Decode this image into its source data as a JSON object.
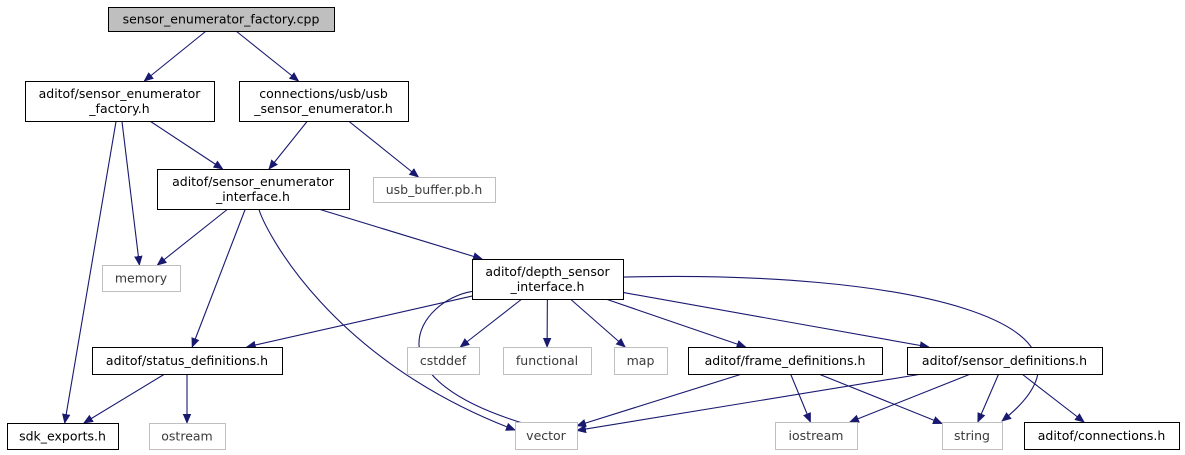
{
  "graph": {
    "nodes": [
      {
        "id": "root",
        "lines": [
          "sensor_enumerator_factory.cpp"
        ],
        "kind": "root"
      },
      {
        "id": "factory_h",
        "lines": [
          "aditof/sensor_enumerator",
          "_factory.h"
        ],
        "kind": "file"
      },
      {
        "id": "usb_enum_h",
        "lines": [
          "connections/usb/usb",
          "_sensor_enumerator.h"
        ],
        "kind": "file"
      },
      {
        "id": "enum_iface_h",
        "lines": [
          "aditof/sensor_enumerator",
          "_interface.h"
        ],
        "kind": "file"
      },
      {
        "id": "usb_buffer",
        "lines": [
          "usb_buffer.pb.h"
        ],
        "kind": "external"
      },
      {
        "id": "memory",
        "lines": [
          "memory"
        ],
        "kind": "external"
      },
      {
        "id": "depth_iface_h",
        "lines": [
          "aditof/depth_sensor",
          "_interface.h"
        ],
        "kind": "file"
      },
      {
        "id": "status_h",
        "lines": [
          "aditof/status_definitions.h"
        ],
        "kind": "file"
      },
      {
        "id": "cstddef",
        "lines": [
          "cstddef"
        ],
        "kind": "external"
      },
      {
        "id": "functional",
        "lines": [
          "functional"
        ],
        "kind": "external"
      },
      {
        "id": "map",
        "lines": [
          "map"
        ],
        "kind": "external"
      },
      {
        "id": "frame_h",
        "lines": [
          "aditof/frame_definitions.h"
        ],
        "kind": "file"
      },
      {
        "id": "sensor_defs_h",
        "lines": [
          "aditof/sensor_definitions.h"
        ],
        "kind": "file"
      },
      {
        "id": "sdk_exports",
        "lines": [
          "sdk_exports.h"
        ],
        "kind": "file"
      },
      {
        "id": "ostream",
        "lines": [
          "ostream"
        ],
        "kind": "external"
      },
      {
        "id": "vector",
        "lines": [
          "vector"
        ],
        "kind": "external"
      },
      {
        "id": "iostream",
        "lines": [
          "iostream"
        ],
        "kind": "external"
      },
      {
        "id": "string",
        "lines": [
          "string"
        ],
        "kind": "external"
      },
      {
        "id": "connections_h",
        "lines": [
          "aditof/connections.h"
        ],
        "kind": "file"
      }
    ],
    "edges": [
      [
        "root",
        "factory_h"
      ],
      [
        "root",
        "usb_enum_h"
      ],
      [
        "factory_h",
        "enum_iface_h"
      ],
      [
        "factory_h",
        "memory"
      ],
      [
        "factory_h",
        "sdk_exports"
      ],
      [
        "usb_enum_h",
        "enum_iface_h"
      ],
      [
        "usb_enum_h",
        "usb_buffer"
      ],
      [
        "enum_iface_h",
        "memory"
      ],
      [
        "enum_iface_h",
        "depth_iface_h"
      ],
      [
        "enum_iface_h",
        "status_h"
      ],
      [
        "enum_iface_h",
        "vector"
      ],
      [
        "depth_iface_h",
        "status_h"
      ],
      [
        "depth_iface_h",
        "cstddef"
      ],
      [
        "depth_iface_h",
        "functional"
      ],
      [
        "depth_iface_h",
        "map"
      ],
      [
        "depth_iface_h",
        "frame_h"
      ],
      [
        "depth_iface_h",
        "sensor_defs_h"
      ],
      [
        "depth_iface_h",
        "vector"
      ],
      [
        "depth_iface_h",
        "string"
      ],
      [
        "status_h",
        "sdk_exports"
      ],
      [
        "status_h",
        "ostream"
      ],
      [
        "frame_h",
        "vector"
      ],
      [
        "frame_h",
        "iostream"
      ],
      [
        "frame_h",
        "string"
      ],
      [
        "sensor_defs_h",
        "vector"
      ],
      [
        "sensor_defs_h",
        "iostream"
      ],
      [
        "sensor_defs_h",
        "string"
      ],
      [
        "sensor_defs_h",
        "connections_h"
      ]
    ]
  },
  "colors": {
    "edge": "#191970",
    "file_border": "#000000",
    "external_border": "#bfbfbf",
    "root_fill": "#bfbfbf",
    "file_fill": "#ffffff"
  }
}
